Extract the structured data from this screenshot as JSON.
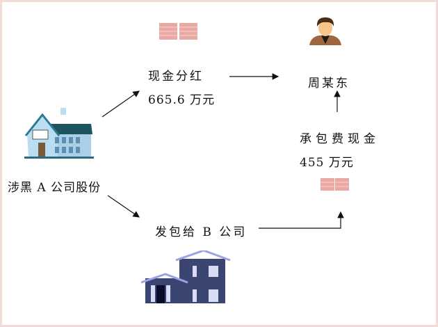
{
  "nodes": {
    "company_a": "涉黑 A 公司股份",
    "dividend_label": "现金分红",
    "dividend_amount": "665.6 万元",
    "person": "周某东",
    "fee_label": "承包费现金",
    "fee_amount": "455 万元",
    "company_b": "发包给 B 公司"
  },
  "icons": [
    "house-icon",
    "building-icon",
    "money-icon",
    "person-icon"
  ],
  "colors": {
    "border": "#f3dcd8",
    "money": "#e8a09a",
    "house_a": "#b9def2",
    "house_b": "#3b4572"
  }
}
